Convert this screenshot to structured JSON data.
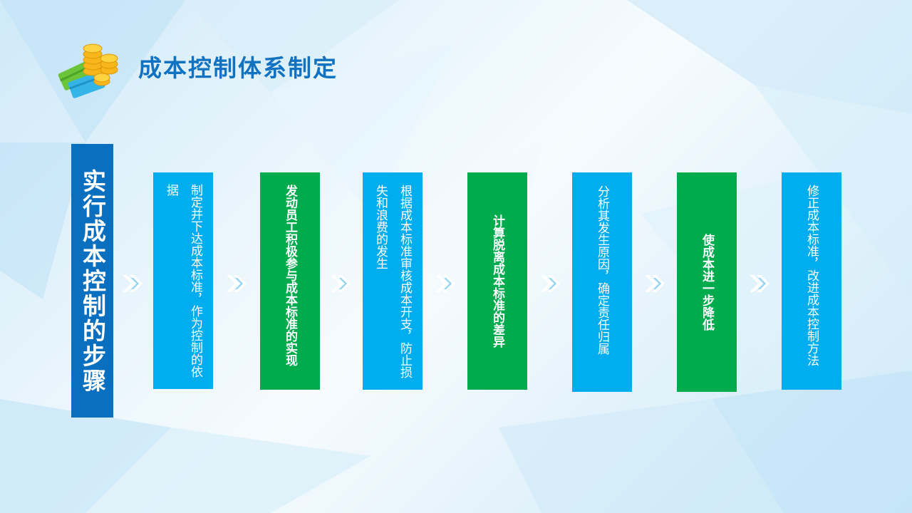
{
  "slide": {
    "title": "成本控制体系制定",
    "logo_icon": "coins-and-cards-icon",
    "colors": {
      "title": "#1272c2",
      "main_box": "#0a6fbf",
      "blue_step": "#00aeef",
      "green_step": "#00ab4e",
      "arrow": "#ffffff",
      "arrow_inner": "#8fd3f4"
    }
  },
  "flow": {
    "main_label": "实行成本控制的步骤",
    "steps": [
      {
        "label": "制定并下达成本标准，作为控制的依据",
        "color": "blue"
      },
      {
        "label": "发动员工积极参与成本标准的实现",
        "color": "green"
      },
      {
        "label": "根据成本标准审核成本开支，防止损失和浪费的发生",
        "color": "blue"
      },
      {
        "label": "计算脱离成本标准的差异",
        "color": "green"
      },
      {
        "label": "分析其发生原因，确定责任归属",
        "color": "blue"
      },
      {
        "label": "使成本进一步降低",
        "color": "green"
      },
      {
        "label": "修正成本标准，改进成本控制方法",
        "color": "blue"
      }
    ],
    "arrow_icon": "double-chevron-right-icon"
  }
}
